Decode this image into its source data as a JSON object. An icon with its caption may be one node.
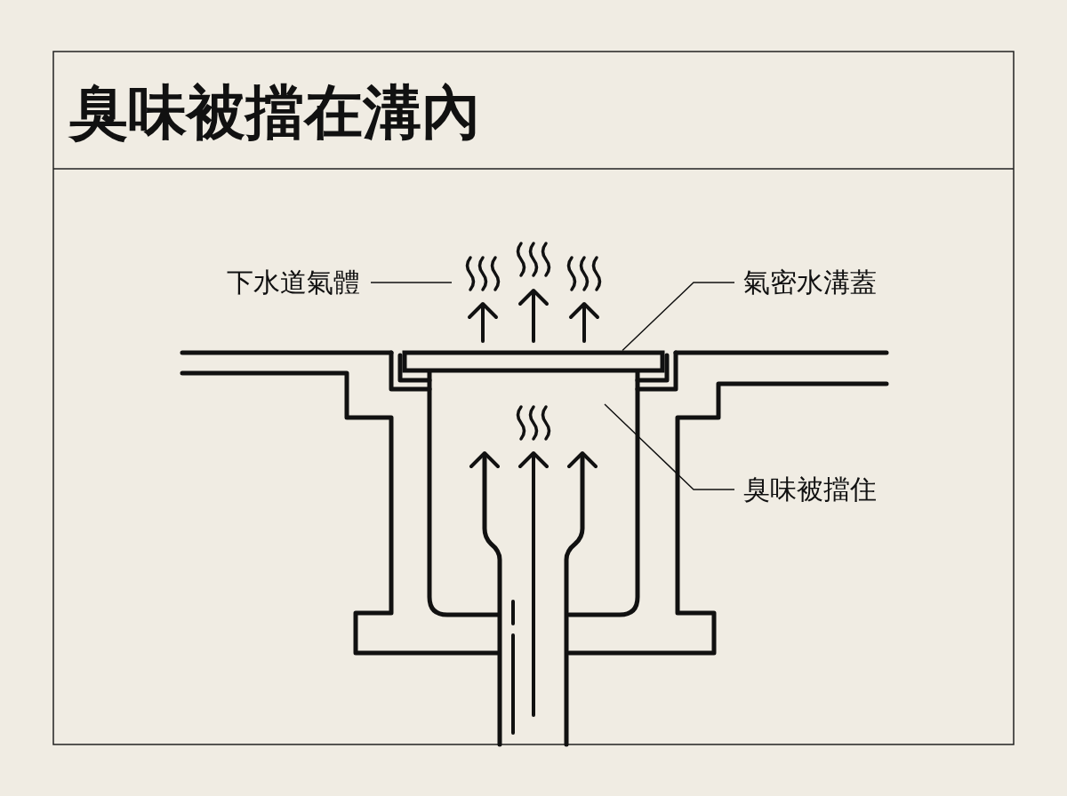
{
  "diagram": {
    "title": "臭味被擋在溝內",
    "nodes": [
      {
        "text": [
          "下水道氣體"
        ]
      },
      {
        "text": [
          "氣密水溝蓋"
        ]
      },
      {
        "text": [],
        "shape": "bar"
      },
      {
        "text": [
          "臭味被擋住"
        ]
      }
    ],
    "edges": [
      {
        "from": 0,
        "to": null,
        "arrow": "none"
      },
      {
        "from": 1,
        "to": 2,
        "arrow": "none"
      },
      {
        "from": 3,
        "to": null,
        "arrow": "none"
      }
    ]
  }
}
